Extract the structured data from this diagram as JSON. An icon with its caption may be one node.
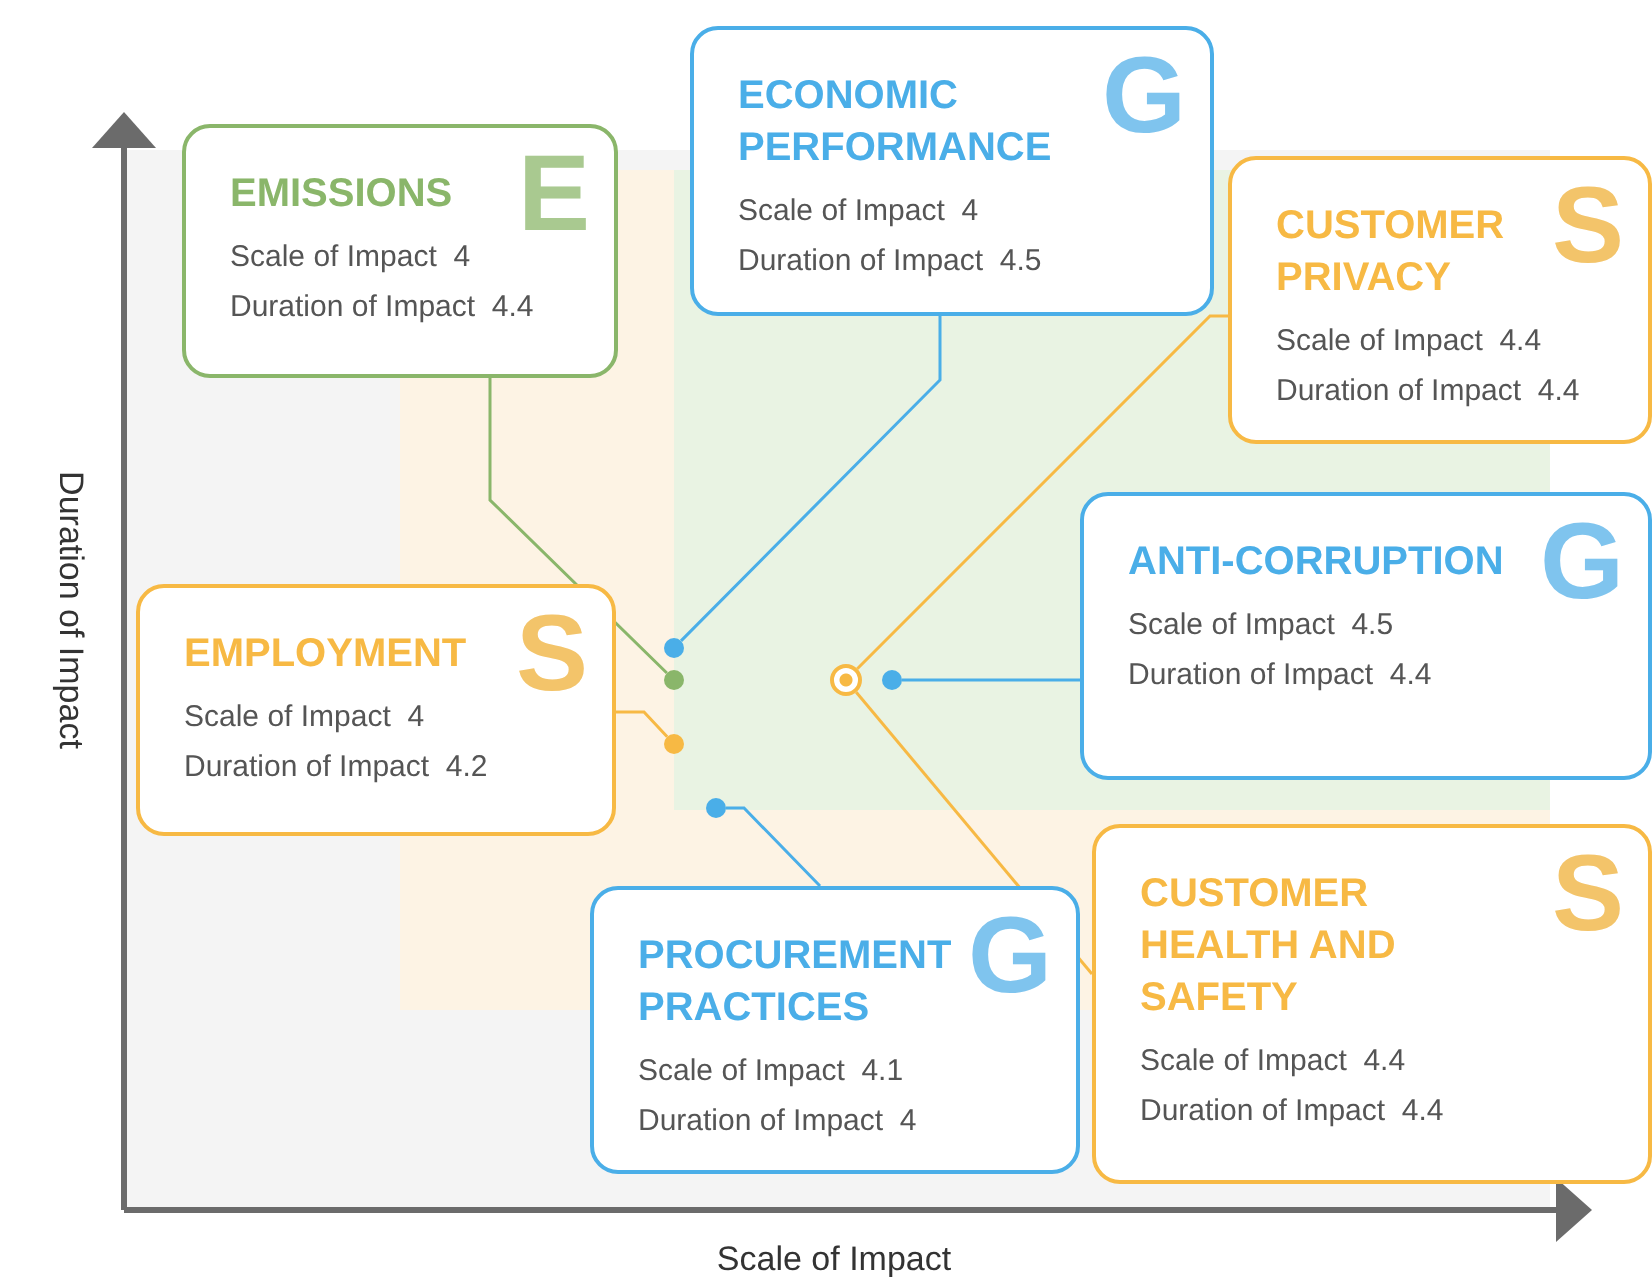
{
  "diagram": {
    "nodes": [
      {
        "text": [
          "EMISSIONS",
          "E",
          "Scale of Impact  4",
          "Duration of Impact  4.4"
        ]
      },
      {
        "text": [
          "ECONOMIC PERFORMANCE",
          "G",
          "Scale of Impact  4",
          "Duration of Impact  4.5"
        ]
      },
      {
        "text": [
          "CUSTOMER PRIVACY",
          "S",
          "Scale of Impact  4.4",
          "Duration of Impact  4.4"
        ]
      },
      {
        "text": [
          "EMPLOYMENT",
          "S",
          "Scale of Impact  4",
          "Duration of Impact  4.2"
        ]
      },
      {
        "text": [
          "ANTI-CORRUPTION",
          "G",
          "Scale of Impact  4.5",
          "Duration of Impact  4.4"
        ]
      },
      {
        "text": [
          "PROCUREMENT PRACTICES",
          "G",
          "Scale of Impact  4.1",
          "Duration of Impact  4"
        ]
      },
      {
        "text": [
          "CUSTOMER HEALTH AND SAFETY",
          "S",
          "Scale of Impact  4.4",
          "Duration of Impact  4.4"
        ]
      },
      {
        "text": [],
        "shape": "circle"
      },
      {
        "text": [],
        "shape": "circle"
      },
      {
        "text": [],
        "shape": "circle"
      },
      {
        "text": [],
        "shape": "circle"
      },
      {
        "text": [],
        "shape": "circle"
      },
      {
        "text": [],
        "shape": "circle"
      }
    ],
    "edges": [
      {
        "from": 0,
        "to": 8,
        "arrow": "none",
        "color": "#8ab66a"
      },
      {
        "from": 1,
        "to": 7,
        "arrow": "none",
        "color": "#4aaee8"
      },
      {
        "from": 2,
        "to": 11,
        "arrow": "none",
        "color": "#f7b944"
      },
      {
        "from": 3,
        "to": 9,
        "arrow": "none",
        "color": "#f7b944"
      },
      {
        "from": 4,
        "to": 12,
        "arrow": "none",
        "color": "#4aaee8"
      },
      {
        "from": 5,
        "to": 10,
        "arrow": "none",
        "color": "#4aaee8"
      },
      {
        "from": 6,
        "to": 11,
        "arrow": "none",
        "color": "#f7b944"
      }
    ],
    "labels": [
      "Duration of Impact",
      "Scale of Impact"
    ]
  }
}
